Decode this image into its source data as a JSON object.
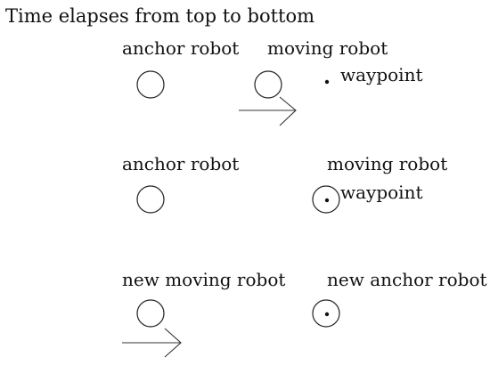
{
  "title": "Time elapses from top to bottom",
  "rows": [
    {
      "left_label": "anchor robot",
      "right_label": "moving robot",
      "waypoint_label": "waypoint"
    },
    {
      "left_label": "anchor robot",
      "right_label": "moving robot",
      "waypoint_label": "waypoint"
    },
    {
      "left_label": "new moving robot",
      "right_label": "new anchor robot"
    }
  ],
  "colors": {
    "ink": "#111111",
    "background": "#ffffff"
  },
  "icons": {
    "robot": "circle-outline",
    "waypoint": "filled-dot",
    "motion": "right-arrow"
  }
}
